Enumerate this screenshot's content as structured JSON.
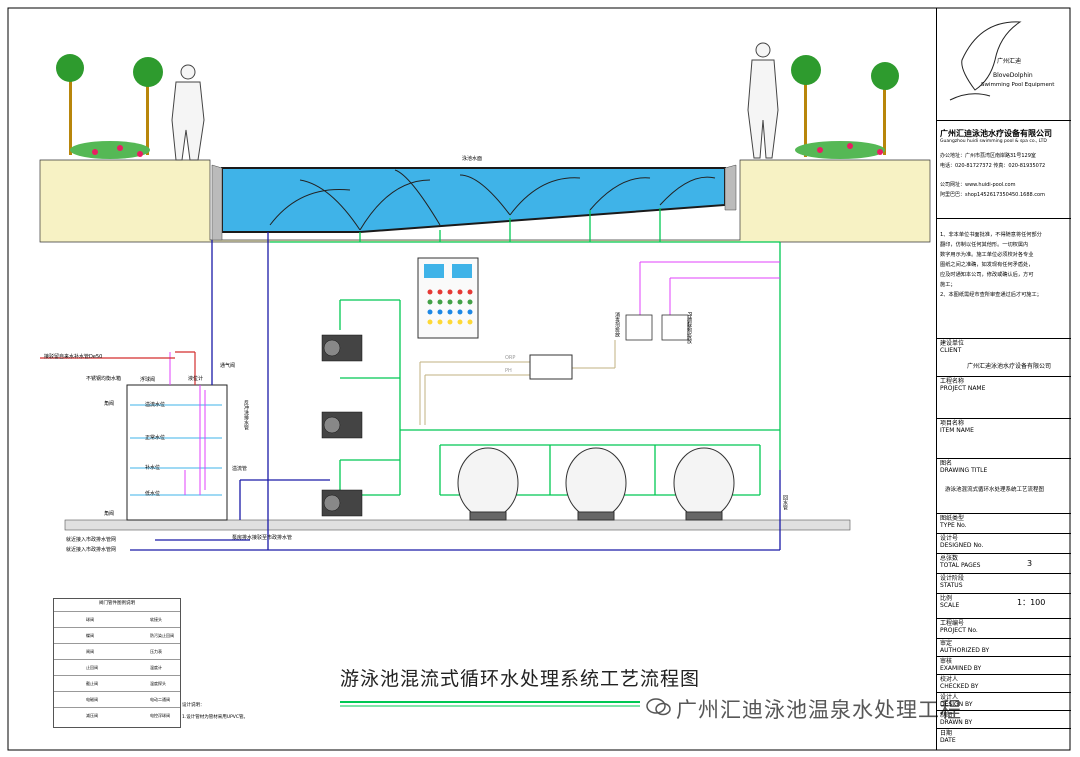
{
  "title": "游泳池混流式循环水处理系统工艺流程图",
  "watermark": "广州汇迪泳池温泉水处理工程",
  "logo": {
    "cn": "广州汇迪",
    "en": "BloveDolphin",
    "sub": "Swimming Pool Equipment"
  },
  "company": {
    "name_cn": "广州汇迪泳池水疗设备有限公司",
    "name_en": "Guangzhou huidi swimming pool & spa co., LTD",
    "address": "办公地址：广州市荔湾区南岸路31号129室",
    "phone": "电话：020-81727372    传真：020-81935072",
    "web": "公司网址：www.huidi-pool.com",
    "shop": "阿里巴巴：shop1452617350450.1688.com"
  },
  "notes": [
    "1、非本单位书面批准，不得随意将任何部分",
    "翻印，仿制以任何其他形。一切权属内",
    "数字用示为准。施工单位必须校对各专业",
    "图纸之间之准确，如发现有任何矛盾处，",
    "应及时通知本公司，修改或确认后，方可",
    "施工；",
    "2、本图纸需经市查所审查通过后才可施工；"
  ],
  "title_block": {
    "client_label": "建设单位\nCLIENT",
    "client_value": "广州汇迪泳池水疗设备有限公司",
    "project_label": "工程名称\nPROJECT NAME",
    "item_label": "项目名称\nITEM NAME",
    "drawing_label": "图名\nDRAWING TITLE",
    "drawing_value": "游泳池混流式循环水处理系统工艺流程图",
    "type_label": "图纸类型\nTYPE No.",
    "designed_label": "设计号\nDESIGNED No.",
    "pages_label": "总张数\nTOTAL PAGES",
    "pages_value": "3",
    "status_label": "设计阶段\nSTATUS",
    "scale_label": "比例\nSCALE",
    "scale_value": "1：100",
    "projno_label": "工程编号\nPROJECT No.",
    "auth_label": "审定\nAUTHORIZED BY",
    "exam_label": "审核\nEXAMINED BY",
    "check_label": "校对人\nCHECKED BY",
    "design_label": "设计人\nDESIGN BY",
    "drawn_label": "制图\nDRAWN BY",
    "date_label": "日期\nDATE"
  },
  "labels": {
    "water_surface": "泳池水面",
    "makeup_pipe": "接驳留自来水补水管De50",
    "stainless_box": "不锈钢均衡水箱",
    "float_valve": "浮球阀",
    "float_switch": "液位计",
    "vent_valve": "通气阀",
    "corner_valve_top": "角阀",
    "corner_valve_bottom": "角阀",
    "level_overflow": "溢流水位",
    "level_normal": "正常水位",
    "level_makeup": "补水位",
    "level_low": "低水位",
    "overflow_pipe": "溢流管",
    "backwash_drain": "反冲洗排水管",
    "pump_to_drain": "泵房排水接驳至市政排水管",
    "to_drain_1": "就近接入市政排水管网",
    "to_drain_2": "就近接入市政排水管网",
    "orp": "ORP",
    "ph": "PH",
    "disinfectant": "消毒剂投放",
    "ph_adjust": "PH调整剂投放",
    "side_pipe": "回水管"
  },
  "legend": {
    "title": "阀门管件图例说明",
    "items": [
      [
        "球阀",
        "软接头"
      ],
      [
        "蝶阀",
        "防污染止回阀"
      ],
      [
        "闸阀",
        "压力表"
      ],
      [
        "止回阀",
        "温度计"
      ],
      [
        "截止阀",
        "温度探头"
      ],
      [
        "电磁阀",
        "电动二通阀"
      ],
      [
        "减压阀",
        "电控浮球阀"
      ]
    ]
  },
  "design_note": {
    "title": "设计说明：",
    "text": "1.设计管材为管材采用UPVC管。"
  },
  "colors": {
    "water": "#3fb3e8",
    "return_pipe": "#00c853",
    "supply_pipe": "#1a1aa8",
    "chem_pipe": "#e040fb",
    "drain_pipe": "#1a1aa8",
    "ground": "#f6f0c0"
  }
}
